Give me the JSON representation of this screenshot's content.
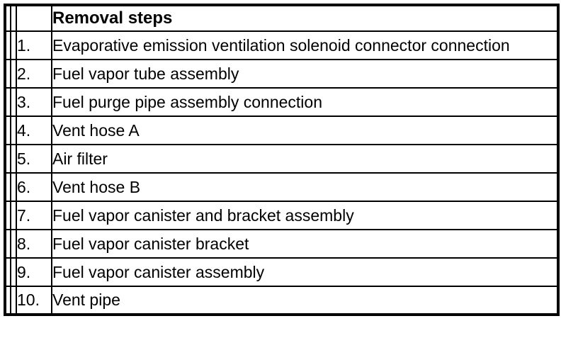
{
  "table": {
    "title": "Removal steps",
    "rows": [
      {
        "num": "1.",
        "desc": "Evaporative emission ventilation solenoid connector connection"
      },
      {
        "num": "2.",
        "desc": "Fuel vapor tube assembly"
      },
      {
        "num": "3.",
        "desc": "Fuel purge pipe assembly connection"
      },
      {
        "num": "4.",
        "desc": "Vent hose A"
      },
      {
        "num": "5.",
        "desc": "Air filter"
      },
      {
        "num": "6.",
        "desc": "Vent hose B"
      },
      {
        "num": "7.",
        "desc": "Fuel vapor canister and bracket assembly"
      },
      {
        "num": "8.",
        "desc": "Fuel vapor canister bracket"
      },
      {
        "num": "9.",
        "desc": "Fuel vapor canister assembly"
      },
      {
        "num": "10.",
        "desc": "Vent pipe"
      }
    ],
    "colors": {
      "border": "#000000",
      "background": "#ffffff",
      "text": "#000000"
    }
  }
}
